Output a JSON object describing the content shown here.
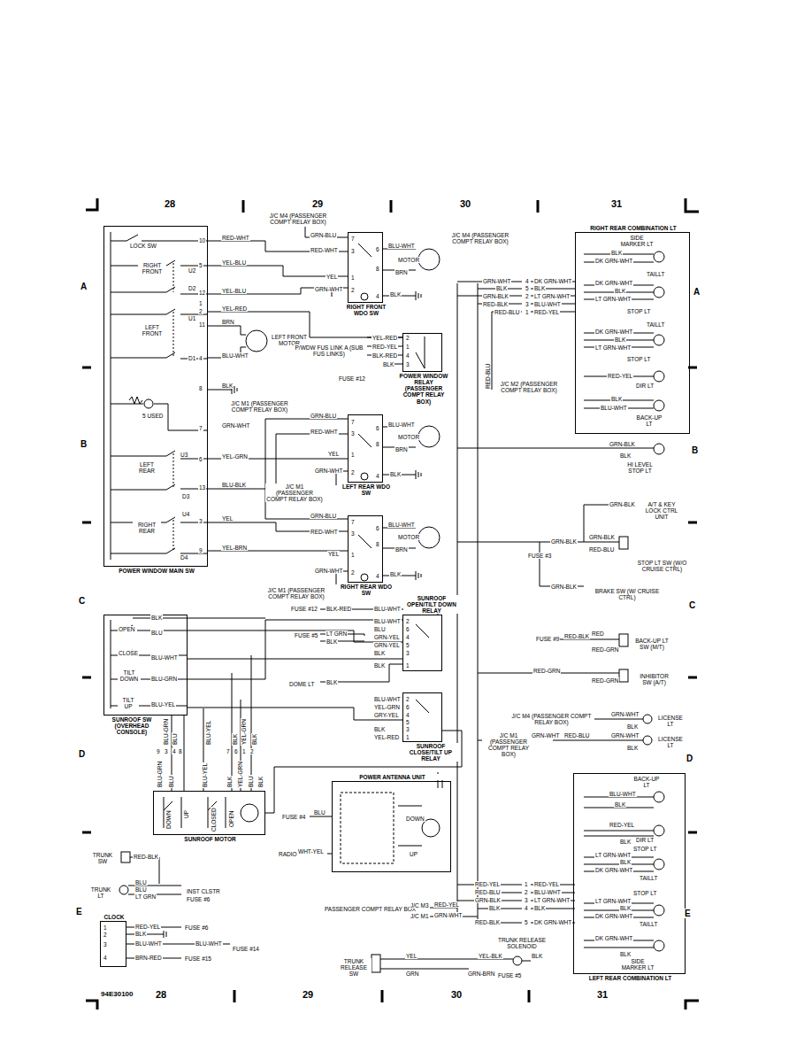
{
  "diagram": {
    "nodes": [
      {
        "text": [
          "POWER WINDOW MAIN SW"
        ]
      },
      {
        "text": [
          "RIGHT FRONT WDO SW"
        ]
      },
      {
        "text": [
          "POWER WINDOW RELAY (PASSENGER COMPT RELAY BOX)"
        ]
      },
      {
        "text": [
          "LEFT REAR WDO SW"
        ]
      },
      {
        "text": [
          "RIGHT REAR WDO SW"
        ]
      },
      {
        "text": [
          "SUNROOF SW (OVERHEAD CONSOLE)"
        ]
      },
      {
        "text": [
          "SUNROOF OPEN/TILT DOWN RELAY"
        ]
      },
      {
        "text": [
          "SUNROOF CLOSE/TILT UP RELAY"
        ]
      },
      {
        "text": [
          "SUNROOF MOTOR"
        ]
      },
      {
        "text": [
          "POWER ANTENNA UNIT"
        ]
      },
      {
        "text": [
          "CLOCK"
        ]
      },
      {
        "text": [
          "RIGHT REAR COMBINATION LT"
        ]
      },
      {
        "text": [
          "LEFT REAR COMBINATION LT"
        ]
      }
    ],
    "edges": [
      {
        "from": 0,
        "to": 1,
        "arrow": "none"
      },
      {
        "from": 0,
        "to": 3,
        "arrow": "none"
      },
      {
        "from": 0,
        "to": 4,
        "arrow": "none"
      },
      {
        "from": 0,
        "to": 2,
        "arrow": "none"
      },
      {
        "from": 5,
        "to": 6,
        "arrow": "none"
      },
      {
        "from": 5,
        "to": 7,
        "arrow": "none"
      },
      {
        "from": 5,
        "to": 8,
        "arrow": "none"
      },
      {
        "from": 7,
        "to": 8,
        "arrow": "none"
      }
    ],
    "labels": [
      "28",
      "29",
      "30",
      "31",
      "28",
      "29",
      "30",
      "31",
      "A",
      "B",
      "C",
      "D",
      "E",
      "A",
      "B",
      "C",
      "D",
      "E",
      "94E30100",
      "J/C M4 (PASSENGER COMPT RELAY BOX)",
      "LOCK SW",
      "RIGHT FRONT",
      "U2",
      "D2",
      "LEFT FRONT",
      "U1",
      "D1",
      "5 USED",
      "J/C M1 (PASSENGER COMPT RELAY BOX)",
      "LEFT REAR",
      "U3",
      "D3",
      "RIGHT REAR",
      "U4",
      "D4",
      "10",
      "5",
      "12",
      "1",
      "2",
      "11",
      "4",
      "8",
      "7",
      "6",
      "13",
      "3",
      "9",
      "RED-WHT",
      "YEL-BLU",
      "YEL-BLU",
      "YEL-RED",
      "BRN",
      "BLU-WHT",
      "BLK",
      "GRN-WHT",
      "YEL-GRN",
      "BLU-BLK",
      "YEL",
      "YEL-BRN",
      "LEFT FRONT MOTOR",
      "GRN-BLU",
      "RED-WHT",
      "YEL",
      "GRN-WHT",
      "7",
      "3",
      "1",
      "2",
      "6",
      "8",
      "4",
      "BLU-WHT",
      "MOTOR",
      "BRN",
      "BLK",
      "P/WDW FUS LINK A (SUB FUS LINKS)",
      "YEL-RED",
      "RED-YEL",
      "BLK-RED",
      "BLK",
      "2",
      "1",
      "4",
      "3",
      "FUSE #12",
      "GRN-BLU",
      "RED-WHT",
      "YEL",
      "GRN-WHT",
      "7",
      "3",
      "1",
      "2",
      "6",
      "8",
      "4",
      "BLU-WHT",
      "MOTOR",
      "BRN",
      "BLK",
      "J/C M1 (PASSENGER COMPT RELAY BOX)",
      "GRN-BLU",
      "RED-WHT",
      "YEL",
      "GRN-WHT",
      "7",
      "3",
      "1",
      "2",
      "6",
      "8",
      "4",
      "BLU-WHT",
      "MOTOR",
      "BRN",
      "BLK",
      "J/C M1 (PASSENGER COMPT RELAY BOX)",
      "OPEN",
      "CLOSE",
      "TILT DOWN",
      "TILT UP",
      "BLK",
      "BLU",
      "BLU-WHT",
      "BLU-GRN",
      "BLU-YEL",
      "FUSE #12",
      "BLK-RED",
      "BLU-WHT",
      "FUSE #5",
      "LT GRN",
      "BLK",
      "BLU-WHT",
      "BLU",
      "GRN-YEL",
      "GRN-YEL",
      "BLK",
      "BLK",
      "2",
      "6",
      "4",
      "5",
      "3",
      "1",
      "DOME LT",
      "BLK",
      "BLU-WHT",
      "YEL-GRN",
      "GRY-YEL",
      "BLK",
      "YEL-RED",
      "2",
      "6",
      "4",
      "5",
      "3",
      "1",
      "BLU-GRN",
      "BLU",
      "BLU-YEL",
      "BLK",
      "YEL-GRN",
      "BLK",
      "9",
      "3",
      "4",
      "8",
      "7",
      "6",
      "1",
      "2",
      "BLU-GRN",
      "BLU",
      "BLU-YEL",
      "BLK",
      "YEL-GRN",
      "BLU",
      "BLK",
      "DOWN",
      "UP",
      "CLOSED",
      "OPEN",
      "FUSE #4",
      "BLU",
      "RADIO",
      "WHT-YEL",
      "DOWN",
      "UP",
      "TRUNK SW",
      "RED-BLK",
      "TRUNK LT",
      "BLU",
      "BLU",
      "LT GRN",
      "INST CLSTR",
      "FUSE #6",
      "1",
      "2",
      "3",
      "4",
      "RED-YEL",
      "BLK",
      "BLU-WHT",
      "BRN-RED",
      "FUSE #6",
      "BLU-WHT",
      "FUSE #14",
      "FUSE #15",
      "J/C M4 (PASSENGER COMPT RELAY BOX)",
      "GRN-WHT",
      "BLK",
      "GRN-BLK",
      "RED-BLK",
      "RED-BLU",
      "4",
      "5",
      "2",
      "3",
      "1",
      "DK GRN-WHT",
      "BLK",
      "LT GRN-WHT",
      "BLU-WHT",
      "RED-YEL",
      "SIDE MARKER LT",
      "BLK",
      "DK GRN-WHT",
      "TAILLT",
      "DK GRN-WHT",
      "BLK",
      "LT GRN-WHT",
      "STOP LT",
      "TAILLT",
      "DK GRN-WHT",
      "BLK",
      "LT GRN-WHT",
      "STOP LT",
      "RED-YEL",
      "DIR LT",
      "BLK",
      "BLU-WHT",
      "BACK-UP LT",
      "RED-BLU",
      "J/C M2 (PASSENGER COMPT RELAY BOX)",
      "GRN-BLK",
      "BLK",
      "HI LEVEL STOP LT",
      "GRN-BLK",
      "A/T & KEY LOCK CTRL UNIT",
      "GRN-BLK",
      "GRN-BLK",
      "RED-BLU",
      "FUSE #3",
      "STOP LT SW (W/O CRUISE CTRL)",
      "GRN-BLK",
      "BRAKE SW (W/ CRUISE CTRL)",
      "FUSE #9",
      "RED-BLK",
      "RED",
      "RED-GRN",
      "BACK-UP LT SW (M/T)",
      "RED-GRN",
      "RED-GRN",
      "INHIBITOR SW (A/T)",
      "J/C M4 (PASSENGER COMPT RELAY BOX)",
      "GRN-WHT",
      "BLK",
      "LICENSE LT",
      "J/C M1 (PASSENGER COMPT RELAY BOX)",
      "GRN-WHT",
      "RED-BLU",
      "GRN-WHT",
      "BLK",
      "LICENSE LT",
      "BACK-UP LT",
      "BLU-WHT",
      "BLK",
      "RED-YEL",
      "DIR LT",
      "BLK",
      "STOP LT",
      "LT GRN-WHT",
      "BLK",
      "DK GRN-WHT",
      "TAILLT",
      "STOP LT",
      "LT GRN-WHT",
      "BLK",
      "DK GRN-WHT",
      "TAILLT",
      "DK GRN-WHT",
      "BLK",
      "SIDE MARKER LT",
      "RED-YEL",
      "RED-BLU",
      "GRN-BLK",
      "BLK",
      "RED-BLK",
      "1",
      "2",
      "3",
      "4",
      "5",
      "RED-YEL",
      "BLU-WHT",
      "LT GRN-WHT",
      "BLK",
      "DK GRN-WHT",
      "PASSENGER COMPT RELAY BOX",
      "J/C M3",
      "J/C M1",
      "RED-YEL",
      "GRN-WHT",
      "TRUNK RELEASE SW",
      "YEL",
      "GRN",
      "YEL-BLK",
      "BLK",
      "GRN-BRN",
      "FUSE #5",
      "TRUNK RELEASE SOLENOID"
    ]
  }
}
